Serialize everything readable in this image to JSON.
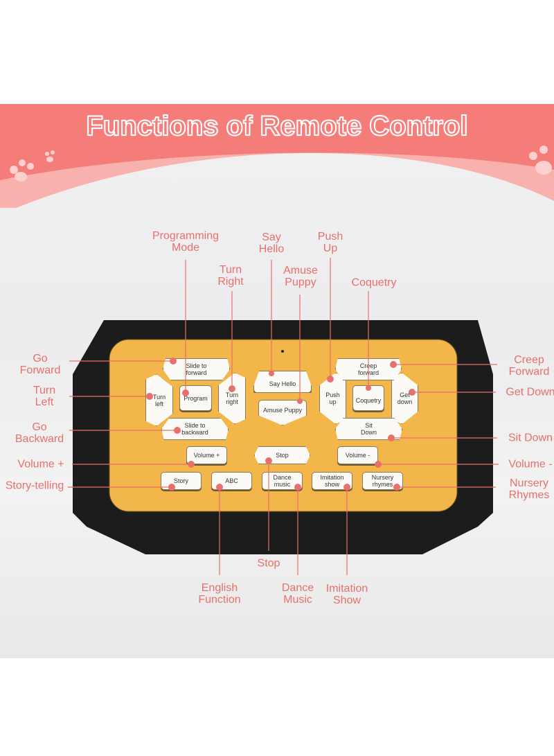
{
  "title": "Functions of Remote Control",
  "colors": {
    "banner": "#f47d7a",
    "label": "#e8706a",
    "panel": "#f2b64b",
    "body": "#1c1c1c"
  },
  "buttons": {
    "slide_forward": "Slide to\nforward",
    "turn_left": "Turn\nleft",
    "program": "Program",
    "turn_right": "Turn\nright",
    "slide_backward": "Slide to\nbackward",
    "say_hello": "Say Hello",
    "amuse_puppy": "Amuse Puppy",
    "push_up": "Push\nup",
    "coquetry": "Coquetry",
    "get_down": "Get\ndown",
    "creep_forward": "Creep\nforward",
    "sit_down": "Sit\nDown",
    "volume_plus": "Volume +",
    "stop": "Stop",
    "volume_minus": "Volume -",
    "story": "Story",
    "abc": "ABC",
    "dance_music": "Dance\nmusic",
    "imitation_show": "Imitation\nshow",
    "nursery_rhymes": "Nursery\nrhymes"
  },
  "callouts": {
    "go_forward": "Go\nForward",
    "turn_left": "Turn\nLeft",
    "go_backward": "Go\nBackward",
    "volume_plus": "Volume +",
    "story_telling": "Story-telling",
    "programming_mode": "Programming\nMode",
    "turn_right": "Turn\nRight",
    "say_hello": "Say\nHello",
    "amuse_puppy": "Amuse\nPuppy",
    "push_up": "Push\nUp",
    "coquetry": "Coquetry",
    "creep_forward": "Creep\nForward",
    "get_down": "Get Down",
    "sit_down": "Sit Down",
    "volume_minus": "Volume -",
    "nursery_rhymes": "Nursery\nRhymes",
    "stop": "Stop",
    "english_function": "English\nFunction",
    "dance_music": "Dance\nMusic",
    "imitation_show": "Imitation\nShow"
  }
}
